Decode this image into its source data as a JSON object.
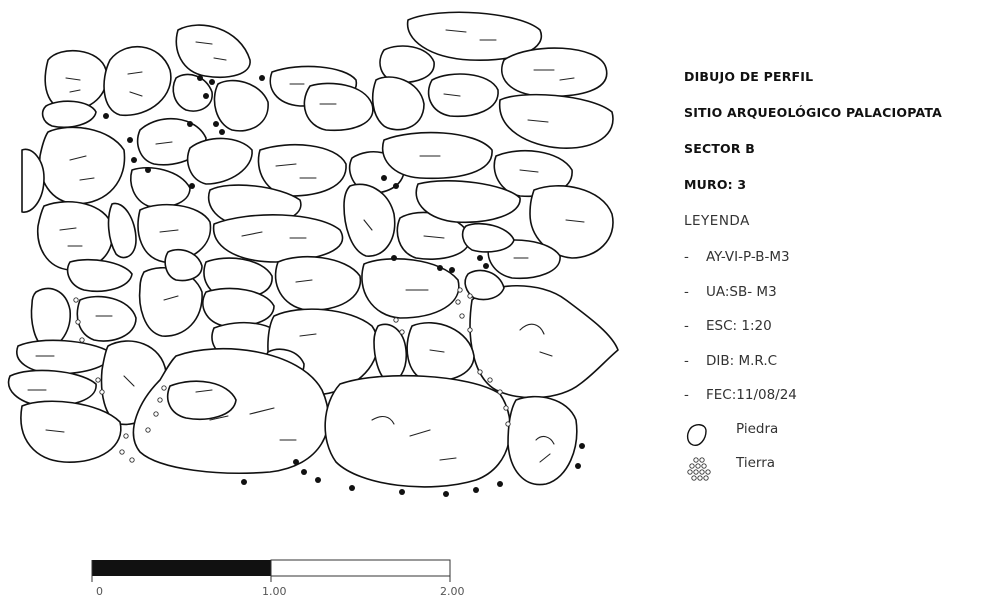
{
  "header": {
    "line1": "DIBUJO DE PERFIL",
    "line2": "SITIO ARQUEOLÓGICO PALACIOPATA",
    "line3": "SECTOR B",
    "line4": "MURO: 3"
  },
  "legend": {
    "title": "LEYENDA",
    "items": [
      "AY-VI-P-B-M3",
      "UA:SB- M3",
      "ESC: 1:20",
      "DIB: M.R.C",
      "FEC:11/08/24"
    ],
    "dash": "-",
    "symbols": [
      {
        "icon": "stone-icon",
        "label": "Piedra"
      },
      {
        "icon": "soil-icon",
        "label": "Tierra"
      }
    ]
  },
  "scale_bar": {
    "labels": [
      "0",
      "1.00",
      "2.00"
    ],
    "fill_color": "#111111"
  }
}
